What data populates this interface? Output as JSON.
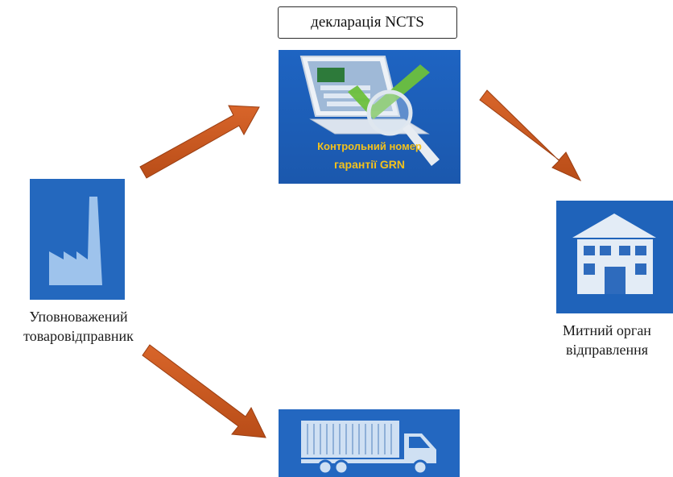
{
  "declaration": {
    "label": "декларація NCTS"
  },
  "guarantee": {
    "line1": "Контрольний номер",
    "line2": "гарантії GRN"
  },
  "shipper": {
    "line1": "Уповноважений",
    "line2": "товаровідправник"
  },
  "office": {
    "line1": "Митний орган",
    "line2": "відправлення"
  },
  "colors": {
    "tile": "#1f62b8",
    "arrow": "#c8571f",
    "grn_text": "#f4c21b",
    "check": "#6dc03c"
  },
  "icons": {
    "laptop": "laptop-check-icon",
    "factory": "factory-icon",
    "building": "building-icon",
    "truck": "truck-icon"
  }
}
